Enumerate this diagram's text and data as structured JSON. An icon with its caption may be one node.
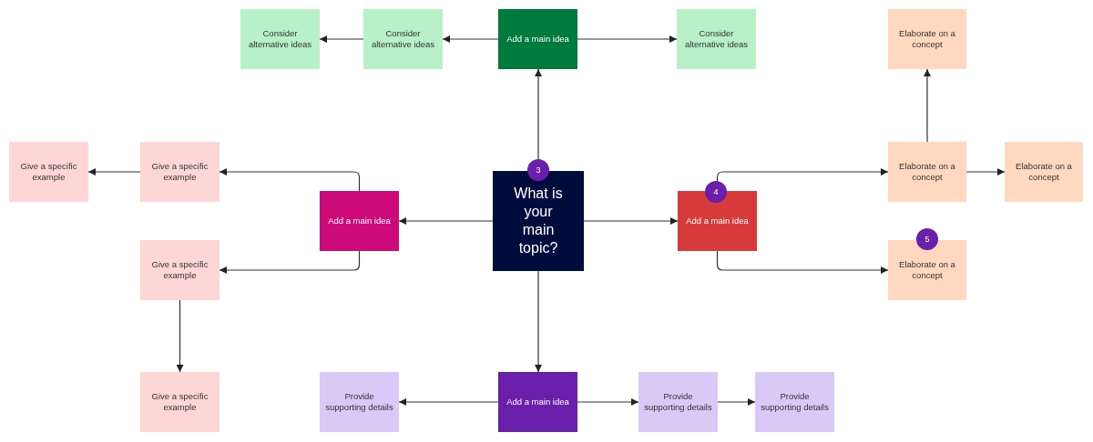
{
  "diagram": {
    "nodes": [
      {
        "text": [
          "What is your main topic?"
        ]
      },
      {
        "text": [
          "Add a main idea"
        ]
      },
      {
        "text": [
          "Consider alternative ideas"
        ]
      },
      {
        "text": [
          "Consider alternative ideas"
        ]
      },
      {
        "text": [
          "Consider alternative ideas"
        ]
      },
      {
        "text": [
          "Add a main idea"
        ]
      },
      {
        "text": [
          "Give a specific example"
        ]
      },
      {
        "text": [
          "Give a specific example"
        ]
      },
      {
        "text": [
          "Give a specific example"
        ]
      },
      {
        "text": [
          "Give a specific example"
        ]
      },
      {
        "text": [
          "Add a main idea"
        ]
      },
      {
        "text": [
          "Elaborate on a concept"
        ]
      },
      {
        "text": [
          "Elaborate on a concept"
        ]
      },
      {
        "text": [
          "Elaborate on a concept"
        ]
      },
      {
        "text": [
          "Elaborate on a concept"
        ]
      },
      {
        "text": [
          "Add a main idea"
        ]
      },
      {
        "text": [
          "Provide supporting details"
        ]
      },
      {
        "text": [
          "Provide supporting details"
        ]
      },
      {
        "text": [
          "Provide supporting details"
        ]
      }
    ],
    "edges": [
      {
        "from": 0,
        "to": 1,
        "arrow": "to"
      },
      {
        "from": 1,
        "to": 2,
        "arrow": "to"
      },
      {
        "from": 2,
        "to": 3,
        "arrow": "to"
      },
      {
        "from": 1,
        "to": 4,
        "arrow": "to"
      },
      {
        "from": 0,
        "to": 5,
        "arrow": "to"
      },
      {
        "from": 5,
        "to": 6,
        "arrow": "to"
      },
      {
        "from": 6,
        "to": 7,
        "arrow": "to"
      },
      {
        "from": 5,
        "to": 8,
        "arrow": "to"
      },
      {
        "from": 8,
        "to": 9,
        "arrow": "to"
      },
      {
        "from": 0,
        "to": 10,
        "arrow": "to"
      },
      {
        "from": 10,
        "to": 11,
        "arrow": "to"
      },
      {
        "from": 11,
        "to": 12,
        "arrow": "to"
      },
      {
        "from": 11,
        "to": 13,
        "arrow": "to"
      },
      {
        "from": 10,
        "to": 14,
        "arrow": "to"
      },
      {
        "from": 0,
        "to": 15,
        "arrow": "to"
      },
      {
        "from": 15,
        "to": 16,
        "arrow": "to"
      },
      {
        "from": 15,
        "to": 17,
        "arrow": "to"
      },
      {
        "from": 17,
        "to": 18,
        "arrow": "to"
      }
    ],
    "labels": [
      "3",
      "4",
      "5"
    ]
  }
}
